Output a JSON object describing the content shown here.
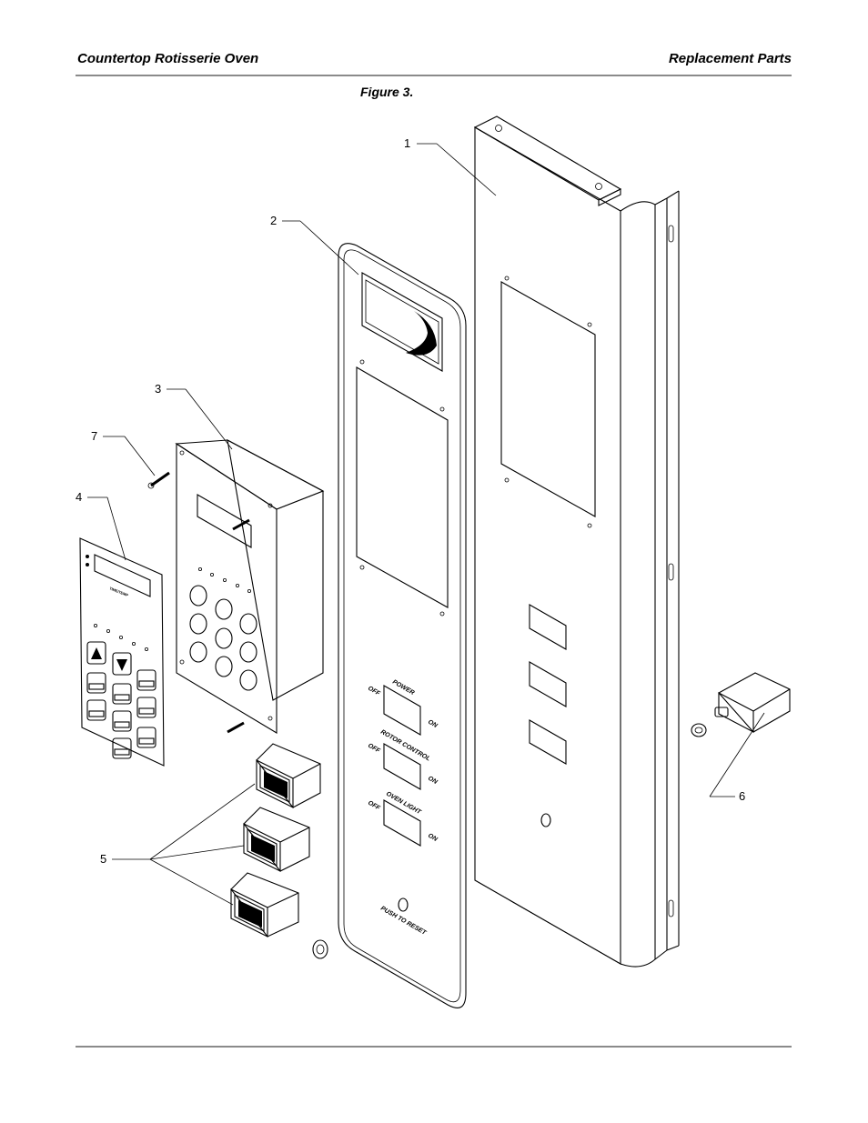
{
  "header": {
    "left_title": "Countertop Rotisserie Oven",
    "right_title": "Replacement Parts"
  },
  "figure": {
    "caption": "Figure 3."
  },
  "callouts": [
    "1",
    "2",
    "3",
    "4",
    "5",
    "6",
    "7"
  ],
  "front_panel": {
    "labels": {
      "power": "POWER",
      "rotor_control": "ROTOR CONTROL",
      "oven_light": "OVEN LIGHT",
      "off": "OFF",
      "on": "ON",
      "push_to_reset": "PUSH TO RESET"
    }
  }
}
